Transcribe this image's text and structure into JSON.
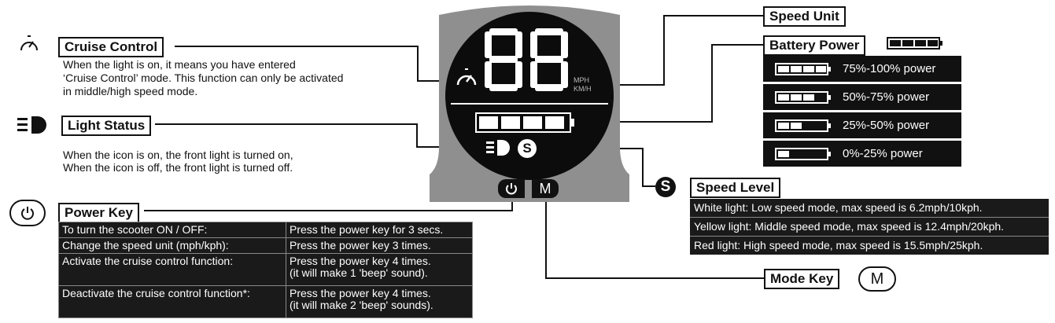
{
  "cruise": {
    "title": "Cruise Control",
    "desc": [
      "When the light is on, it means you have entered",
      "‘Cruise Control’ mode. This function can only be activated",
      "in middle/high speed mode."
    ],
    "icon": "speedometer-icon"
  },
  "light": {
    "title": "Light Status",
    "desc": [
      "When the icon is on, the front light is turned on,",
      "When the icon is off, the front light is turned off."
    ],
    "icon": "headlight-icon"
  },
  "power": {
    "title": "Power Key",
    "icon": "power-icon",
    "rows": [
      {
        "action": "To turn the scooter ON / OFF:",
        "how": [
          "Press the power key for 3 secs."
        ]
      },
      {
        "action": "Change the speed unit (mph/kph):",
        "how": [
          "Press the power key 3 times."
        ]
      },
      {
        "action": "Activate the cruise control function:",
        "how": [
          "Press the power key 4 times.",
          "(it will make 1 'beep' sound)."
        ]
      },
      {
        "action": "Deactivate the cruise control function*:",
        "how": [
          "Press the power key 4 times.",
          "(it will make 2 'beep' sounds)."
        ]
      }
    ]
  },
  "speed_unit": {
    "title": "Speed Unit"
  },
  "battery": {
    "title": "Battery Power",
    "levels": [
      {
        "label": "75%-100% power",
        "bars": 4
      },
      {
        "label": "50%-75% power",
        "bars": 3
      },
      {
        "label": "25%-50% power",
        "bars": 2
      },
      {
        "label": "0%-25% power",
        "bars": 1
      }
    ]
  },
  "speed_level": {
    "title": "Speed Level",
    "icon": "s-icon",
    "s_letter": "S",
    "rows": [
      "White light: Low speed mode, max speed is 6.2mph/10kph.",
      "Yellow light: Middle speed mode, max speed is 12.4mph/20kph.",
      "Red light: High speed mode, max speed is 15.5mph/25kph."
    ]
  },
  "mode_key": {
    "title": "Mode Key",
    "letter": "M"
  },
  "display": {
    "digits": "88",
    "unit_top": "MPH",
    "unit_bottom": "KM/H",
    "mode_letter": "M"
  }
}
